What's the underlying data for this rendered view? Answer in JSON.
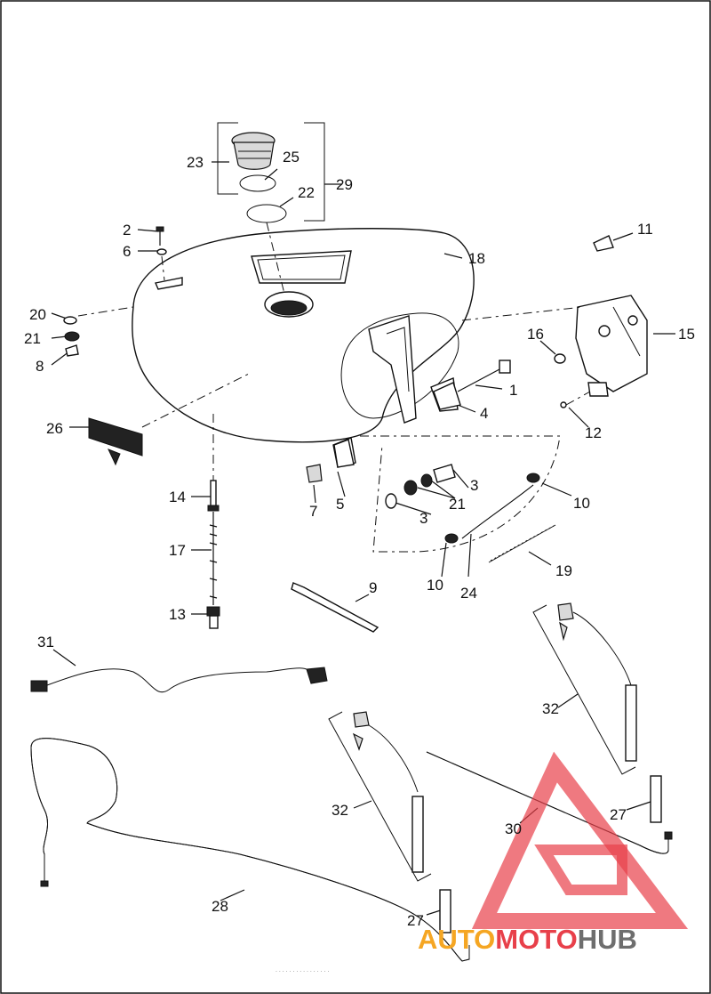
{
  "callouts": [
    {
      "id": "c1",
      "text": "1"
    },
    {
      "id": "c2",
      "text": "2"
    },
    {
      "id": "c3a",
      "text": "3"
    },
    {
      "id": "c3b",
      "text": "3"
    },
    {
      "id": "c4",
      "text": "4"
    },
    {
      "id": "c5",
      "text": "5"
    },
    {
      "id": "c6",
      "text": "6"
    },
    {
      "id": "c7",
      "text": "7"
    },
    {
      "id": "c8",
      "text": "8"
    },
    {
      "id": "c9",
      "text": "9"
    },
    {
      "id": "c10a",
      "text": "10"
    },
    {
      "id": "c10b",
      "text": "10"
    },
    {
      "id": "c11",
      "text": "11"
    },
    {
      "id": "c12",
      "text": "12"
    },
    {
      "id": "c13",
      "text": "13"
    },
    {
      "id": "c14",
      "text": "14"
    },
    {
      "id": "c15",
      "text": "15"
    },
    {
      "id": "c16",
      "text": "16"
    },
    {
      "id": "c17",
      "text": "17"
    },
    {
      "id": "c18",
      "text": "18"
    },
    {
      "id": "c19",
      "text": "19"
    },
    {
      "id": "c20",
      "text": "20"
    },
    {
      "id": "c21a",
      "text": "21"
    },
    {
      "id": "c21b",
      "text": "21"
    },
    {
      "id": "c22",
      "text": "22"
    },
    {
      "id": "c23",
      "text": "23"
    },
    {
      "id": "c24",
      "text": "24"
    },
    {
      "id": "c25",
      "text": "25"
    },
    {
      "id": "c26",
      "text": "26"
    },
    {
      "id": "c27a",
      "text": "27"
    },
    {
      "id": "c27b",
      "text": "27"
    },
    {
      "id": "c28",
      "text": "28"
    },
    {
      "id": "c29",
      "text": "29"
    },
    {
      "id": "c30",
      "text": "30"
    },
    {
      "id": "c31",
      "text": "31"
    },
    {
      "id": "c32a",
      "text": "32"
    },
    {
      "id": "c32b",
      "text": "32"
    }
  ],
  "watermark": {
    "part1": "AUTO",
    "part2": "MOTO",
    "part3": "HUB",
    "color_orange": "#f5a623",
    "color_red": "#e8404a",
    "color_grey": "#6e6e6e",
    "icon": "triangle-logo-icon"
  }
}
